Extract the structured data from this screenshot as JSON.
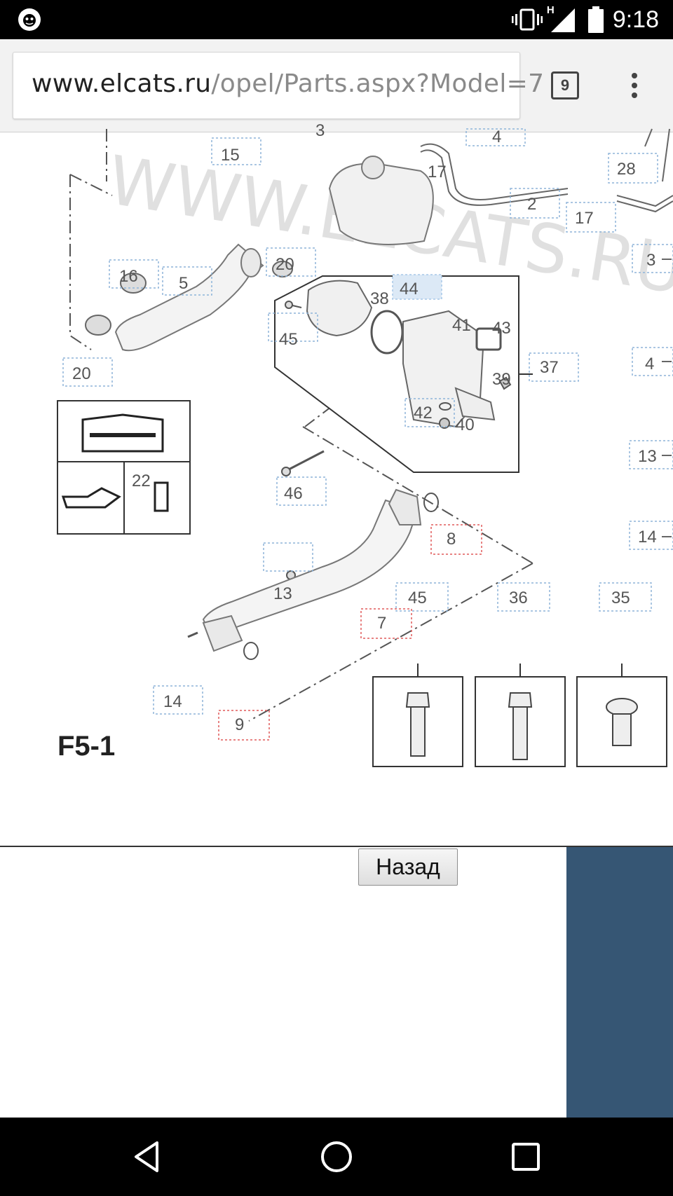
{
  "status_bar": {
    "time": "9:18",
    "network_label": "H",
    "icons": [
      "app-shield-icon",
      "vibrate-icon",
      "signal-icon",
      "battery-icon"
    ]
  },
  "browser": {
    "url_domain": "www.elcats.ru",
    "url_path": "/opel/Parts.aspx?Model=7",
    "tab_count": "9",
    "menu_icon": "overflow-menu-icon"
  },
  "diagram": {
    "watermark": "WWW.ELCATS.RU",
    "figure_label": "F5-1",
    "callouts": {
      "c15": "15",
      "c3a": "3",
      "c4a": "4",
      "c17a": "17",
      "c28": "28",
      "c2": "2",
      "c17b": "17",
      "c3b": "3",
      "c16": "16",
      "c5": "5",
      "c20a": "20",
      "c38": "38",
      "c44": "44",
      "c41": "41",
      "c43": "43",
      "c45a": "45",
      "c37": "37",
      "c20b": "20",
      "c39": "39",
      "c4b": "4",
      "c42": "42",
      "c40": "40",
      "c13a": "13",
      "c22": "22",
      "c46": "46",
      "c8": "8",
      "c14a": "14",
      "c13b": "13",
      "c7": "7",
      "c45b": "45",
      "c36": "36",
      "c35": "35",
      "c14b": "14",
      "c9": "9"
    }
  },
  "page": {
    "back_button_label": "Назад"
  },
  "colors": {
    "side_panel": "#365674",
    "status_bar": "#000000",
    "toolbar": "#f2f2f2"
  }
}
